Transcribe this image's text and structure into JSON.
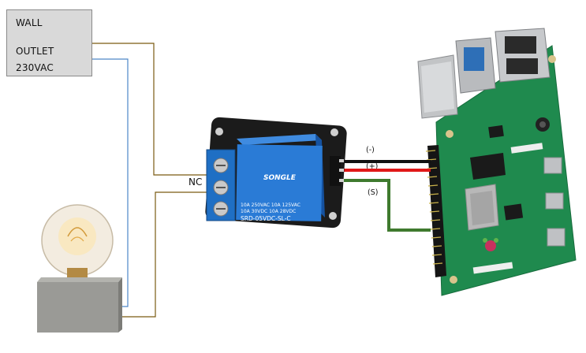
{
  "outlet": {
    "line1": "WALL",
    "line2": "OUTLET",
    "line3": "230VAC"
  },
  "relay": {
    "label_nc": "NC",
    "brand": "SONGLE",
    "rating_line1": "10A 250VAC  10A 125VAC",
    "rating_line2": "10A  30VDC  10A  28VDC",
    "model": "SRD-05VDC-SL-C"
  },
  "pins": {
    "minus": "(-)",
    "plus": "(+)",
    "signal": "(S)"
  },
  "colors": {
    "outlet_bg": "#d9d9d9",
    "wire_live": "#7a5a12",
    "wire_neutral": "#4d86c8",
    "wire_black": "#111111",
    "wire_red": "#e01818",
    "wire_signal": "#3f7a2e",
    "relay_blue": "#1f6fc4",
    "pcb_black": "#1b1b1b",
    "pi_board": "#1f8a4e"
  }
}
